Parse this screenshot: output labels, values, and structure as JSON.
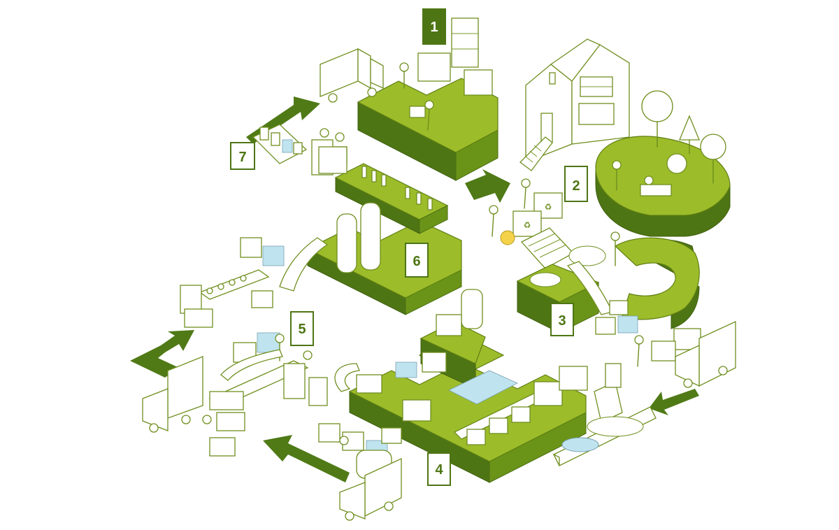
{
  "diagram": {
    "step_labels": [
      "1",
      "2",
      "3",
      "4",
      "5",
      "6",
      "7"
    ],
    "colors": {
      "accent_green": "#9cbc2a",
      "dark_green": "#4e7514",
      "line_green": "#6f8f1f",
      "arrow_green": "#4f7a16",
      "water_blue": "#bfe4ef"
    }
  }
}
